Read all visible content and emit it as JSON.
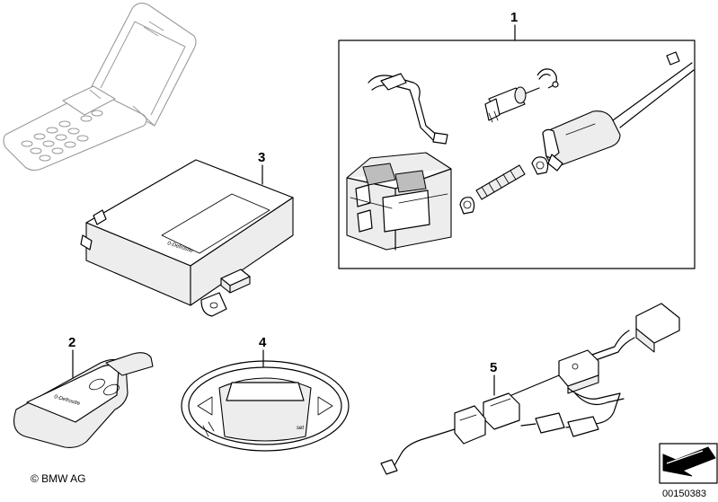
{
  "callouts": {
    "1": "1",
    "2": "2",
    "3": "3",
    "4": "4",
    "5": "5"
  },
  "markings": {
    "control_unit_brand": "0-Defrostte",
    "remote_brand": "0-Defrostte",
    "display_label": "set"
  },
  "footer": {
    "copyright": "© BMW AG",
    "document_number": "00150383"
  }
}
